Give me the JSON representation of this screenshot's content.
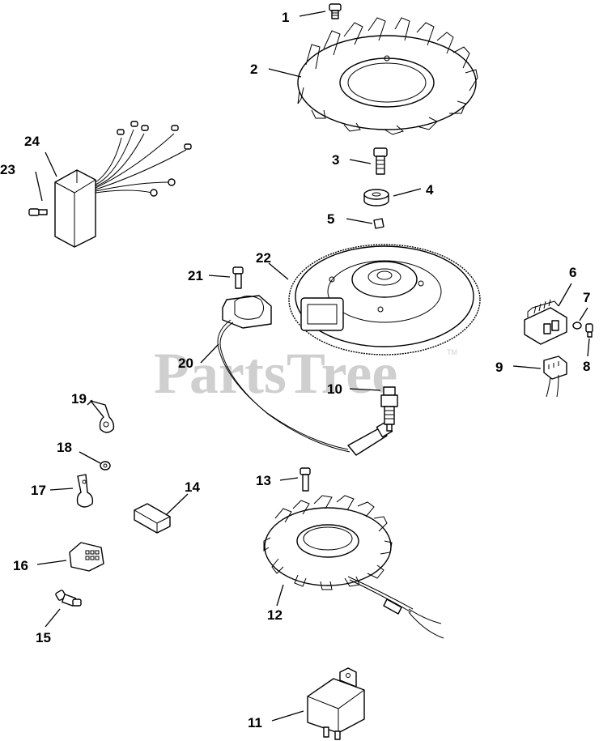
{
  "watermark": {
    "text": "PartsTree",
    "trademark": "TM"
  },
  "callouts": [
    {
      "id": "1",
      "label": "1"
    },
    {
      "id": "2",
      "label": "2"
    },
    {
      "id": "3",
      "label": "3"
    },
    {
      "id": "4",
      "label": "4"
    },
    {
      "id": "5",
      "label": "5"
    },
    {
      "id": "6",
      "label": "6"
    },
    {
      "id": "7",
      "label": "7"
    },
    {
      "id": "8",
      "label": "8"
    },
    {
      "id": "9",
      "label": "9"
    },
    {
      "id": "10",
      "label": "10"
    },
    {
      "id": "11",
      "label": "11"
    },
    {
      "id": "12",
      "label": "12"
    },
    {
      "id": "13",
      "label": "13"
    },
    {
      "id": "14",
      "label": "14"
    },
    {
      "id": "15",
      "label": "15"
    },
    {
      "id": "16",
      "label": "16"
    },
    {
      "id": "17",
      "label": "17"
    },
    {
      "id": "18",
      "label": "18"
    },
    {
      "id": "19",
      "label": "19"
    },
    {
      "id": "20",
      "label": "20"
    },
    {
      "id": "21",
      "label": "21"
    },
    {
      "id": "22",
      "label": "22"
    },
    {
      "id": "23",
      "label": "23"
    },
    {
      "id": "24",
      "label": "24"
    }
  ]
}
